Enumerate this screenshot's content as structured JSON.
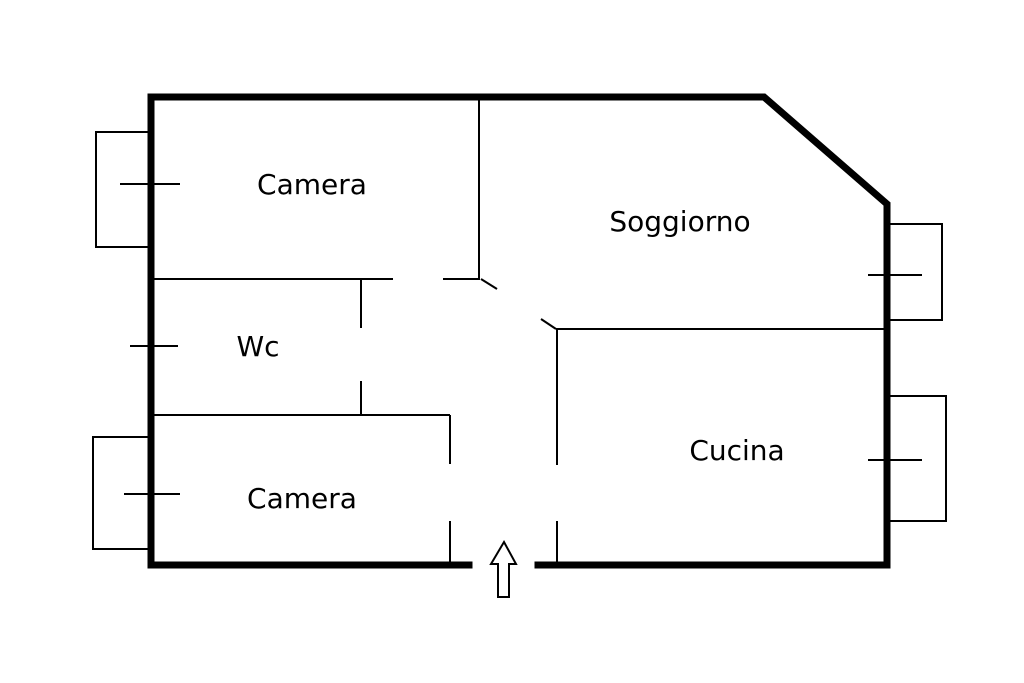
{
  "rooms": {
    "camera_top": "Camera",
    "soggiorno": "Soggiorno",
    "wc": "Wc",
    "camera_bottom": "Camera",
    "cucina": "Cucina"
  },
  "icons": {
    "entrance": "entrance-arrow-icon"
  }
}
